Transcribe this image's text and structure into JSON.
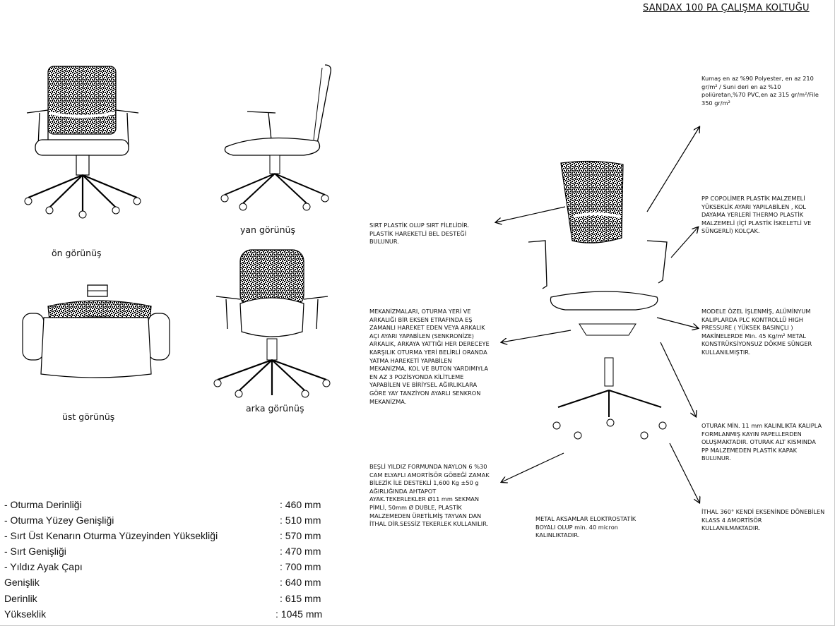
{
  "title": "SANDAX 100 PA ÇALIŞMA KOLTUĞU",
  "views": {
    "front": "ön görünüş",
    "side": "yan görünüş",
    "top": "üst görünüş",
    "back": "arka görünüş"
  },
  "notes": {
    "fabric": [
      "Kumaş en az %90 Polyester, en az 210",
      "gr/m² / Suni deri en az %10",
      "poliüretan,%70 PVC,en az 315 gr/m²/File",
      "350 gr/m²"
    ],
    "backrest": [
      "SIRT  PLASTİK OLUP SIRT FİLELİDİR.",
      "PLASTİK HAREKETLİ BEL DESTEĞİ",
      "BULUNUR."
    ],
    "armrest": [
      "PP COPOLİMER PLASTİK MALZEMELİ",
      "YÜKSEKLİK AYARI YAPILABİLEN , KOL",
      "DAYAMA YERLERİ THERMO PLASTİK",
      "MALZEMELİ (İÇİ PLASTİK İSKELETLİ VE",
      "SÜNGERLİ)  KOLÇAK."
    ],
    "mechanism": [
      "MEKANİZMALARI, OTURMA YERİ VE",
      "ARKALIĞI BİR EKSEN ETRAFINDA EŞ",
      "ZAMANLI HAREKET EDEN VEYA ARKALIK",
      "AÇI AYARI YAPABİLEN (SENKRONİZE)",
      "ARKALIK, ARKAYA YATTIĞI HER DERECEYE",
      "KARŞILIK OTURMA YERİ BELİRLİ ORANDA",
      "YATMA HAREKETİ YAPABİLEN",
      "MEKANİZMA, KOL VE BUTON YARDIMIYLA",
      "EN AZ 3 POZİSYONDA KİLİTLEME",
      "YAPABİLEN VE BİRİYSEL AĞIRLIKLARA",
      "GÖRE YAY TANZİYON AYARLI SENKRON",
      "MEKANİZMA."
    ],
    "aluminum": [
      "MODELE ÖZEL İŞLENMİŞ, ALÜMİNYUM",
      "KALIPLARDA  PLC KONTROLLÜ HIGH",
      "PRESSURE ( YÜKSEK BASINÇLI )",
      "MAKİNELERDE  Min. 45 Kg/m²  METAL",
      "KONSTRÜKSİYONSUZ DÖKME SÜNGER",
      "KULLANILMIŞTIR."
    ],
    "seat": [
      "OTURAK MİN. 11 mm KALINLIKTA KALIPLA",
      "FORMLANMIŞ KAYIN PAPELLERDEN",
      "OLUŞMAKTADIR.  OTURAK ALT KISMINDA",
      "PP MALZEMEDEN PLASTİK KAPAK",
      "BULUNUR."
    ],
    "base": [
      "BEŞLİ YILDIZ FORMUNDA NAYLON 6 %30",
      "CAM ELYAFLI AMORTİSÖR GÖBEĞİ ZAMAK",
      "BİLEZİK İLE DESTEKLİ 1,600 Kg ±50 g",
      "AĞIRLIĞINDA AHTAPOT",
      "AYAK.TEKERLEKLER Ø11 mm SEKMAN",
      "PİMLİ, 50mm Ø DUBLE,  PLASTİK",
      "MALZEMEDEN ÜRETİLMİŞ TAYVAN DAN",
      "İTHAL DİR.SESSİZ TEKERLEK KULLANILIR."
    ],
    "metal": [
      "METAL AKSAMLAR ELOKTROSTATİK",
      "BOYALI OLUP min. 40 micron",
      "KALINLIKTADIR."
    ],
    "gaslift": [
      "İTHAL 360° KENDİ EKSENİNDE DÖNEBİLEN",
      "KLASS 4  AMORTİSÖR",
      "KULLANILMAKTADIR."
    ]
  },
  "specs": [
    {
      "name": " - Oturma Derinliği",
      "value": ": 460 mm"
    },
    {
      "name": " - Oturma Yüzey Genişliği",
      "value": ": 510 mm"
    },
    {
      "name": " - Sırt Üst Kenarın Oturma Yüzeyinden Yüksekliği",
      "value": ": 570 mm"
    },
    {
      "name": " - Sırt Genişliği",
      "value": ": 470 mm"
    },
    {
      "name": " - Yıldız Ayak Çapı",
      "value": ": 700 mm"
    },
    {
      "name": "Genişlik",
      "value": ": 640 mm"
    },
    {
      "name": "Derinlik",
      "value": ": 615 mm"
    },
    {
      "name": "Yükseklik",
      "value": ": 1045 mm"
    }
  ]
}
